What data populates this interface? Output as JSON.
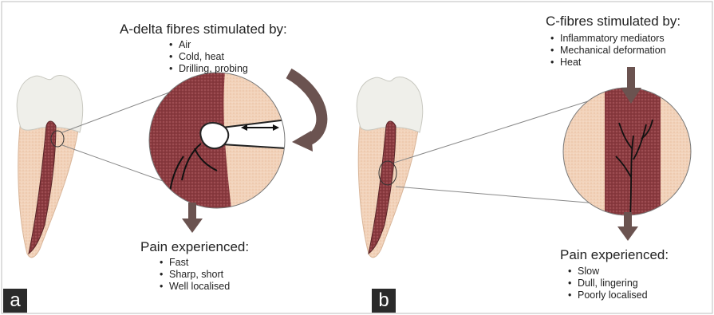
{
  "panel_a": {
    "letter": "a",
    "stimuli": {
      "heading": "A-delta fibres stimulated by:",
      "items": [
        "Air",
        "Cold, heat",
        "Drilling, probing"
      ]
    },
    "pain": {
      "heading": "Pain experienced:",
      "items": [
        "Fast",
        "Sharp, short",
        "Well localised"
      ]
    }
  },
  "panel_b": {
    "letter": "b",
    "stimuli": {
      "heading": "C-fibres stimulated by:",
      "items": [
        "Inflammatory mediators",
        "Mechanical deformation",
        "Heat"
      ]
    },
    "pain": {
      "heading": "Pain experienced:",
      "items": [
        "Slow",
        "Dull, lingering",
        "Poorly localised"
      ]
    }
  },
  "colors": {
    "enamel": "#efefea",
    "dentin": "#f2d3bb",
    "pulp": "#8a3a3f",
    "arrow": "#6b5350",
    "letter_box": "#2a2a2a"
  }
}
